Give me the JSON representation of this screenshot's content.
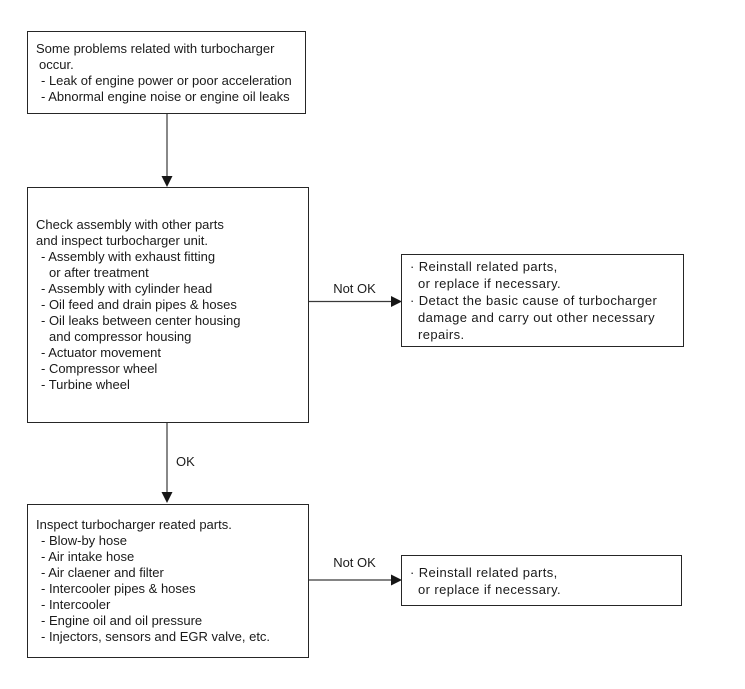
{
  "flowchart": {
    "colors": {
      "bg": "#ffffff",
      "border": "#262626",
      "text": "#1a1a1a",
      "arrow": "#3a3a3a"
    },
    "labels": {
      "ok": "OK",
      "not_ok_top": "Not OK",
      "not_ok_bottom": "Not OK"
    },
    "boxes": {
      "problems": {
        "lines": [
          "Some problems related with turbocharger",
          "occur.",
          "- Leak of engine power or poor acceleration",
          "- Abnormal engine noise or engine oil leaks"
        ]
      },
      "check_assembly": {
        "lines": [
          "Check assembly with other parts",
          "and inspect turbocharger unit.",
          "- Assembly with exhaust fitting",
          "or after treatment",
          "- Assembly with cylinder head",
          "- Oil feed and drain pipes & hoses",
          "- Oil leaks between center housing",
          "and compressor housing",
          "- Actuator movement",
          "- Compressor wheel",
          "- Turbine wheel"
        ]
      },
      "inspect_related": {
        "lines": [
          "Inspect turbocharger reated parts.",
          "- Blow-by hose",
          "- Air intake hose",
          "- Air claener and filter",
          "- Intercooler pipes & hoses",
          "- Intercooler",
          "- Engine oil and oil pressure",
          "- Injectors, sensors and EGR valve, etc."
        ]
      },
      "action_reinstall_detact": {
        "lines": [
          "· Reinstall related parts,",
          "or replace if necessary.",
          "· Detact the basic cause of turbocharger",
          "damage and carry out other necessary",
          "repairs."
        ]
      },
      "action_reinstall": {
        "lines": [
          "· Reinstall related parts,",
          "or replace if necessary."
        ]
      }
    }
  }
}
